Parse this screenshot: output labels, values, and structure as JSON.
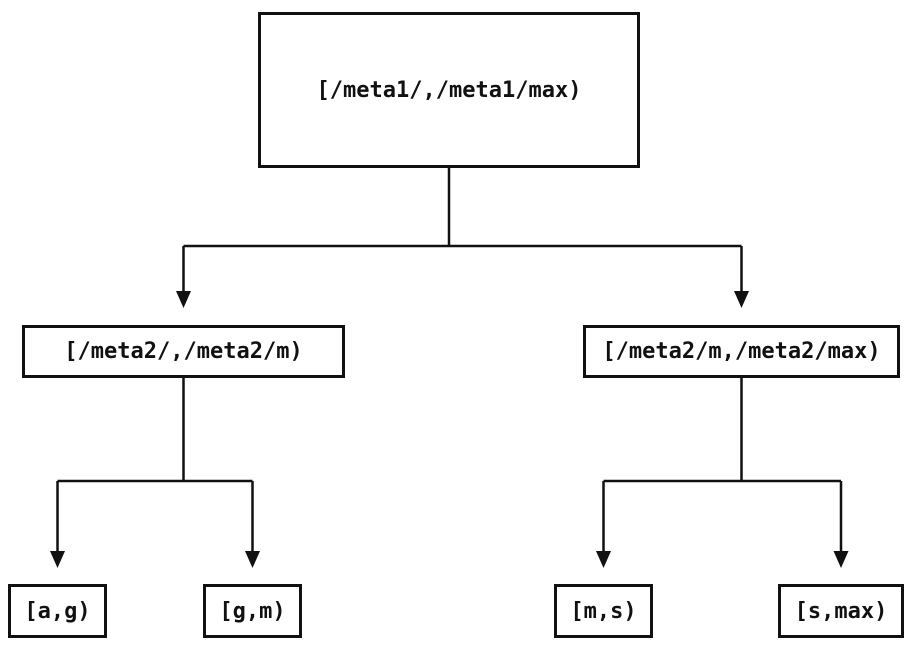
{
  "diagram": {
    "type": "tree",
    "colors": {
      "stroke": "#111111",
      "text": "#111111",
      "background": "#ffffff"
    },
    "nodes": {
      "root": {
        "label": "[/meta1/,/meta1/max)"
      },
      "left_child": {
        "label": "[/meta2/,/meta2/m)"
      },
      "right_child": {
        "label": "[/meta2/m,/meta2/max)"
      },
      "leaf_ag": {
        "label": "[a,g)"
      },
      "leaf_gm": {
        "label": "[g,m)"
      },
      "leaf_ms": {
        "label": "[m,s)"
      },
      "leaf_smax": {
        "label": "[s,max)"
      }
    },
    "edges": [
      {
        "from": "root",
        "to": "left_child"
      },
      {
        "from": "root",
        "to": "right_child"
      },
      {
        "from": "left_child",
        "to": "leaf_ag"
      },
      {
        "from": "left_child",
        "to": "leaf_gm"
      },
      {
        "from": "right_child",
        "to": "leaf_ms"
      },
      {
        "from": "right_child",
        "to": "leaf_smax"
      }
    ]
  }
}
